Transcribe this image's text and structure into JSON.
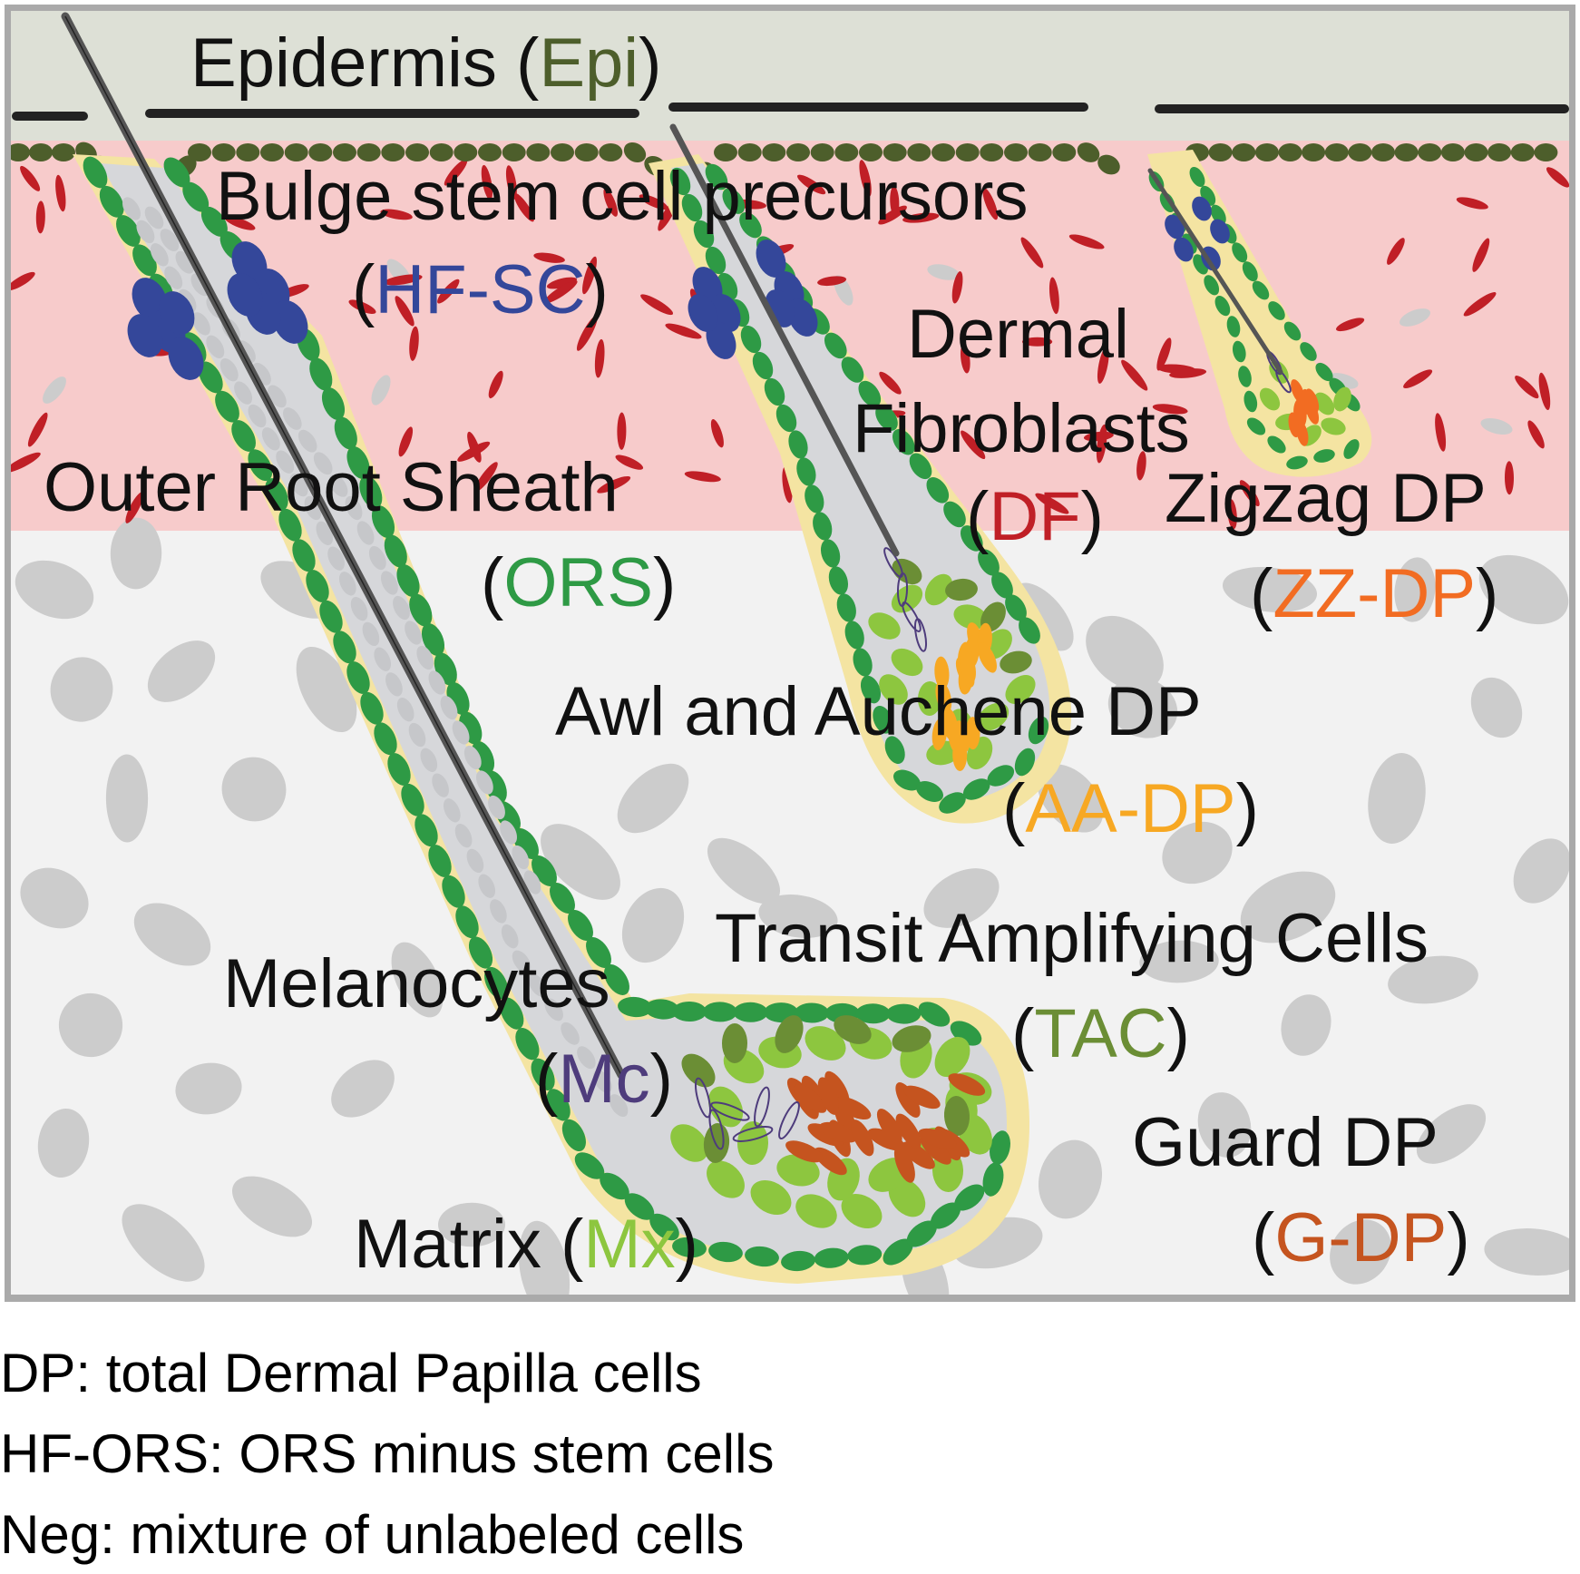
{
  "labels": {
    "epidermis": {
      "name": "Epidermis",
      "abbr": "Epi"
    },
    "bulge": {
      "name": "Bulge stem cell precursors",
      "abbr": "HF-SC"
    },
    "dermal_fibroblasts": {
      "name_line1": "Dermal",
      "name_line2": "Fibroblasts",
      "abbr": "DF"
    },
    "ors": {
      "name": "Outer Root Sheath",
      "abbr": "ORS"
    },
    "zigzag": {
      "name": "Zigzag DP",
      "abbr": "ZZ-DP"
    },
    "awl_auchene": {
      "name": "Awl and Auchene DP",
      "abbr": "AA-DP"
    },
    "tac": {
      "name": "Transit Amplifying Cells",
      "abbr": "TAC"
    },
    "melanocytes": {
      "name": "Melanocytes",
      "abbr": "Mc"
    },
    "guard": {
      "name": "Guard DP",
      "abbr": "G-DP"
    },
    "matrix": {
      "name": "Matrix",
      "abbr": "Mx"
    }
  },
  "legend": [
    "DP: total Dermal Papilla cells",
    "HF-ORS: ORS minus stem cells",
    "Neg: mixture of unlabeled cells"
  ],
  "colors": {
    "epidermis": "#4d5e2b",
    "epidermis_layer": "#dde0d6",
    "dermis": "#f7cbcb",
    "fibroblast": "#c01f26",
    "hypodermis": "#f2f2f2",
    "gray_cell": "#cccccc",
    "ors": "#2e9a45",
    "stem_cell": "#34479a",
    "matrix": "#8dc63f",
    "tac": "#6b8e35",
    "melanocyte": "#4e3c7c",
    "guard_dp": "#c5541f",
    "aa_dp": "#f7a823",
    "zz_dp": "#f26c22",
    "sheath": "#f4e4a2",
    "hair_shaft": "#555555"
  }
}
